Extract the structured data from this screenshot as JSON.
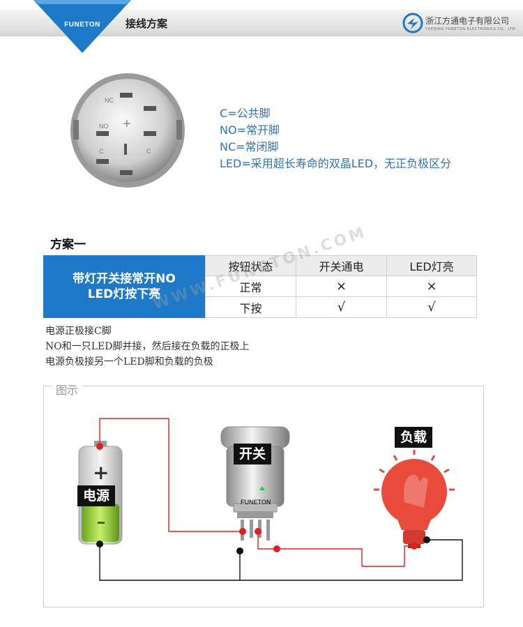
{
  "header": {
    "brand": "FUNETON",
    "section_title": "接线方案",
    "company_name": "浙江方通电子有限公司",
    "company_name_en": "YUEQING FUNETON ELECTRONICS CO., LTD",
    "colors": {
      "brand_blue": "#1e7ac9",
      "legend_blue": "#2e73b8",
      "wire_red": "#e02020"
    }
  },
  "connector": {
    "pin_labels": [
      "NC",
      "+",
      "NO",
      "C",
      "C"
    ]
  },
  "legend": [
    "C=公共脚",
    "NO=常开脚",
    "NC=常闭脚",
    "LED=采用超长寿命的双晶LED，无正负极区分"
  ],
  "scheme": {
    "title": "方案一",
    "description_lines": [
      "带灯开关接常开NO",
      "LED灯按下亮"
    ],
    "table": {
      "headers": [
        "按钮状态",
        "开关通电",
        "LED灯亮"
      ],
      "rows": [
        [
          "正常",
          "×",
          "×"
        ],
        [
          "下按",
          "√",
          "√"
        ]
      ]
    }
  },
  "notes": [
    "电源正极接C脚",
    "NO和一只LED脚并接，然后接在负载的正极上",
    "电源负极接另一个LED脚和负载的负极"
  ],
  "watermark": "WWW.FUNETON.COM",
  "diagram": {
    "title": "图示",
    "power_label": "电源",
    "switch_label": "开关",
    "load_label": "负载",
    "battery_plus": "+",
    "switch_brand": "FUNETON"
  }
}
